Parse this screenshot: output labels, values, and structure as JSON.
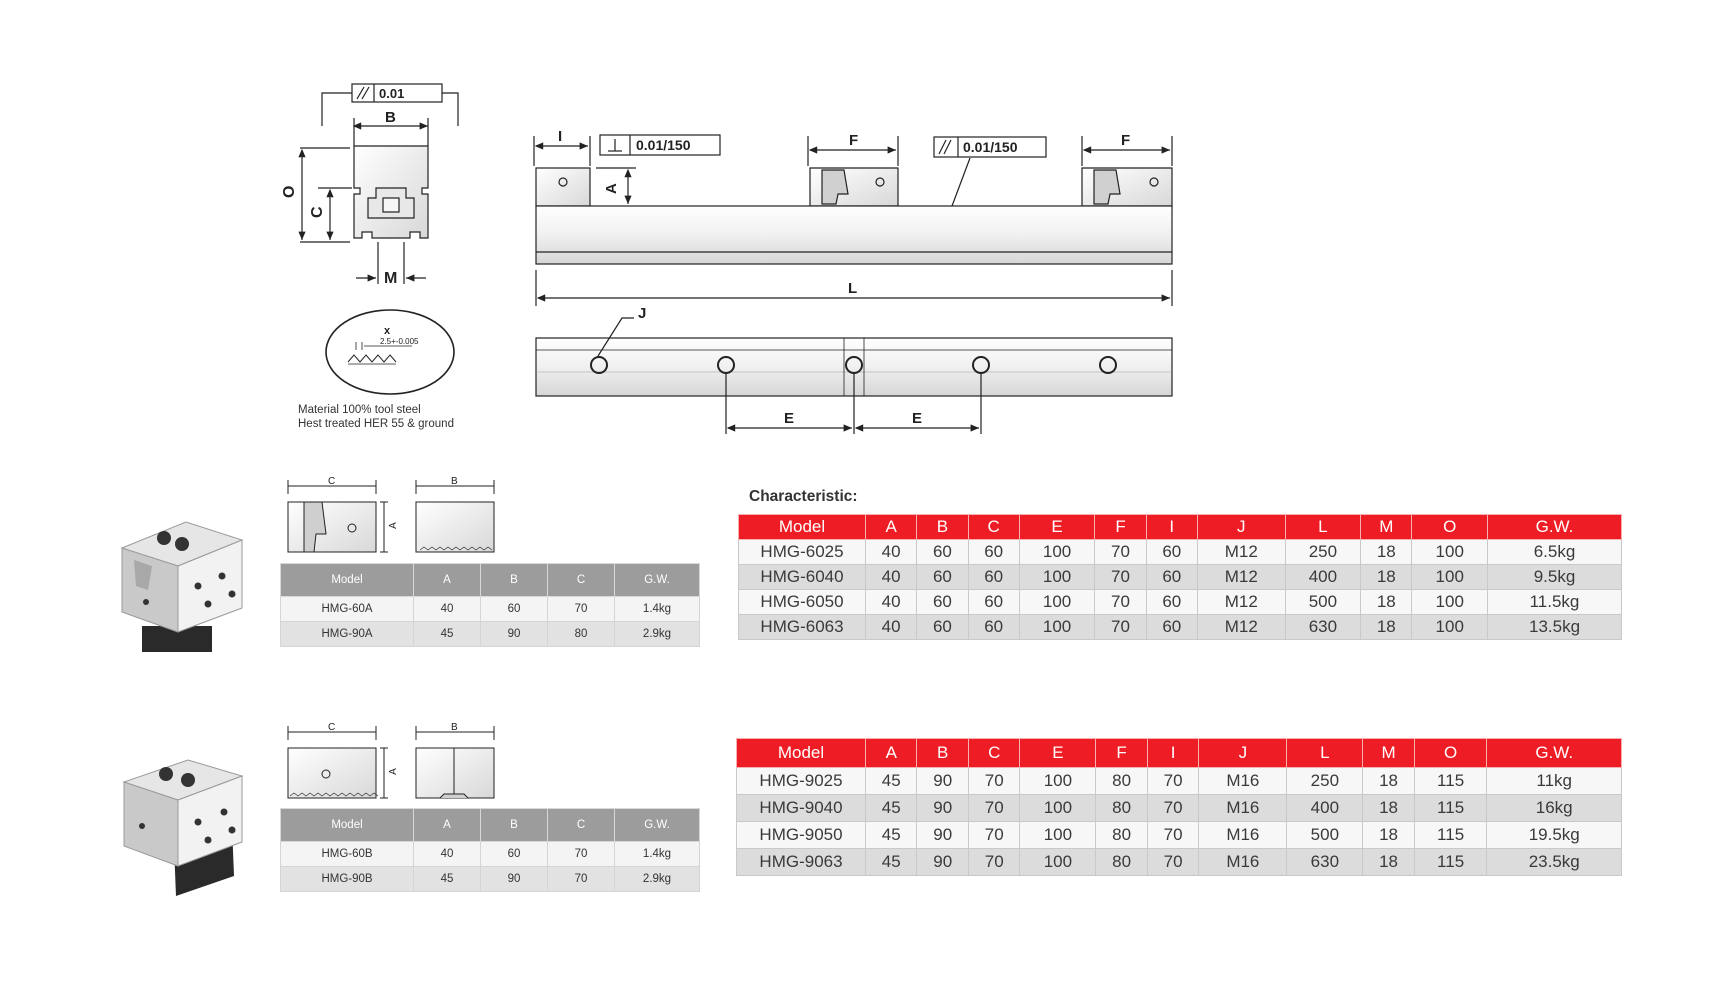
{
  "drawing": {
    "parallel_tol_top": "0.01",
    "perp_tol": "0.01/150",
    "parallel_tol_rail": "0.01/150",
    "dim_B": "B",
    "dim_O": "O",
    "dim_C": "C",
    "dim_M": "M",
    "dim_I": "I",
    "dim_F": "F",
    "dim_A": "A",
    "dim_L": "L",
    "dim_J": "J",
    "dim_E": "E",
    "detail_x": "x",
    "detail_pitch": "2.5+-0.005",
    "material_note": [
      "Material 100% tool steel",
      "Hest treated HER 55 &  ground"
    ]
  },
  "table_a": {
    "headers": [
      "Model",
      "A",
      "B",
      "C",
      "G.W."
    ],
    "rows": [
      [
        "HMG-60A",
        "40",
        "60",
        "70",
        "1.4kg"
      ],
      [
        "HMG-90A",
        "45",
        "90",
        "80",
        "2.9kg"
      ]
    ]
  },
  "table_b": {
    "headers": [
      "Model",
      "A",
      "B",
      "C",
      "G.W."
    ],
    "rows": [
      [
        "HMG-60B",
        "40",
        "60",
        "70",
        "1.4kg"
      ],
      [
        "HMG-90B",
        "45",
        "90",
        "70",
        "2.9kg"
      ]
    ]
  },
  "characteristic_label": "Characteristic:",
  "char_table_1": {
    "headers": [
      "Model",
      "A",
      "B",
      "C",
      "E",
      "F",
      "I",
      "J",
      "L",
      "M",
      "O",
      "G.W."
    ],
    "rows": [
      [
        "HMG-6025",
        "40",
        "60",
        "60",
        "100",
        "70",
        "60",
        "M12",
        "250",
        "18",
        "100",
        "6.5kg"
      ],
      [
        "HMG-6040",
        "40",
        "60",
        "60",
        "100",
        "70",
        "60",
        "M12",
        "400",
        "18",
        "100",
        "9.5kg"
      ],
      [
        "HMG-6050",
        "40",
        "60",
        "60",
        "100",
        "70",
        "60",
        "M12",
        "500",
        "18",
        "100",
        "11.5kg"
      ],
      [
        "HMG-6063",
        "40",
        "60",
        "60",
        "100",
        "70",
        "60",
        "M12",
        "630",
        "18",
        "100",
        "13.5kg"
      ]
    ]
  },
  "char_table_2": {
    "headers": [
      "Model",
      "A",
      "B",
      "C",
      "E",
      "F",
      "I",
      "J",
      "L",
      "M",
      "O",
      "G.W."
    ],
    "rows": [
      [
        "HMG-9025",
        "45",
        "90",
        "70",
        "100",
        "80",
        "70",
        "M16",
        "250",
        "18",
        "115",
        "11kg"
      ],
      [
        "HMG-9040",
        "45",
        "90",
        "70",
        "100",
        "80",
        "70",
        "M16",
        "400",
        "18",
        "115",
        "16kg"
      ],
      [
        "HMG-9050",
        "45",
        "90",
        "70",
        "100",
        "80",
        "70",
        "M16",
        "500",
        "18",
        "115",
        "19.5kg"
      ],
      [
        "HMG-9063",
        "45",
        "90",
        "70",
        "100",
        "80",
        "70",
        "M16",
        "630",
        "18",
        "115",
        "23.5kg"
      ]
    ]
  },
  "colors": {
    "header_red": "#ee1c24",
    "header_grey": "#9c9c9c",
    "steel": "#dcdcdc"
  }
}
